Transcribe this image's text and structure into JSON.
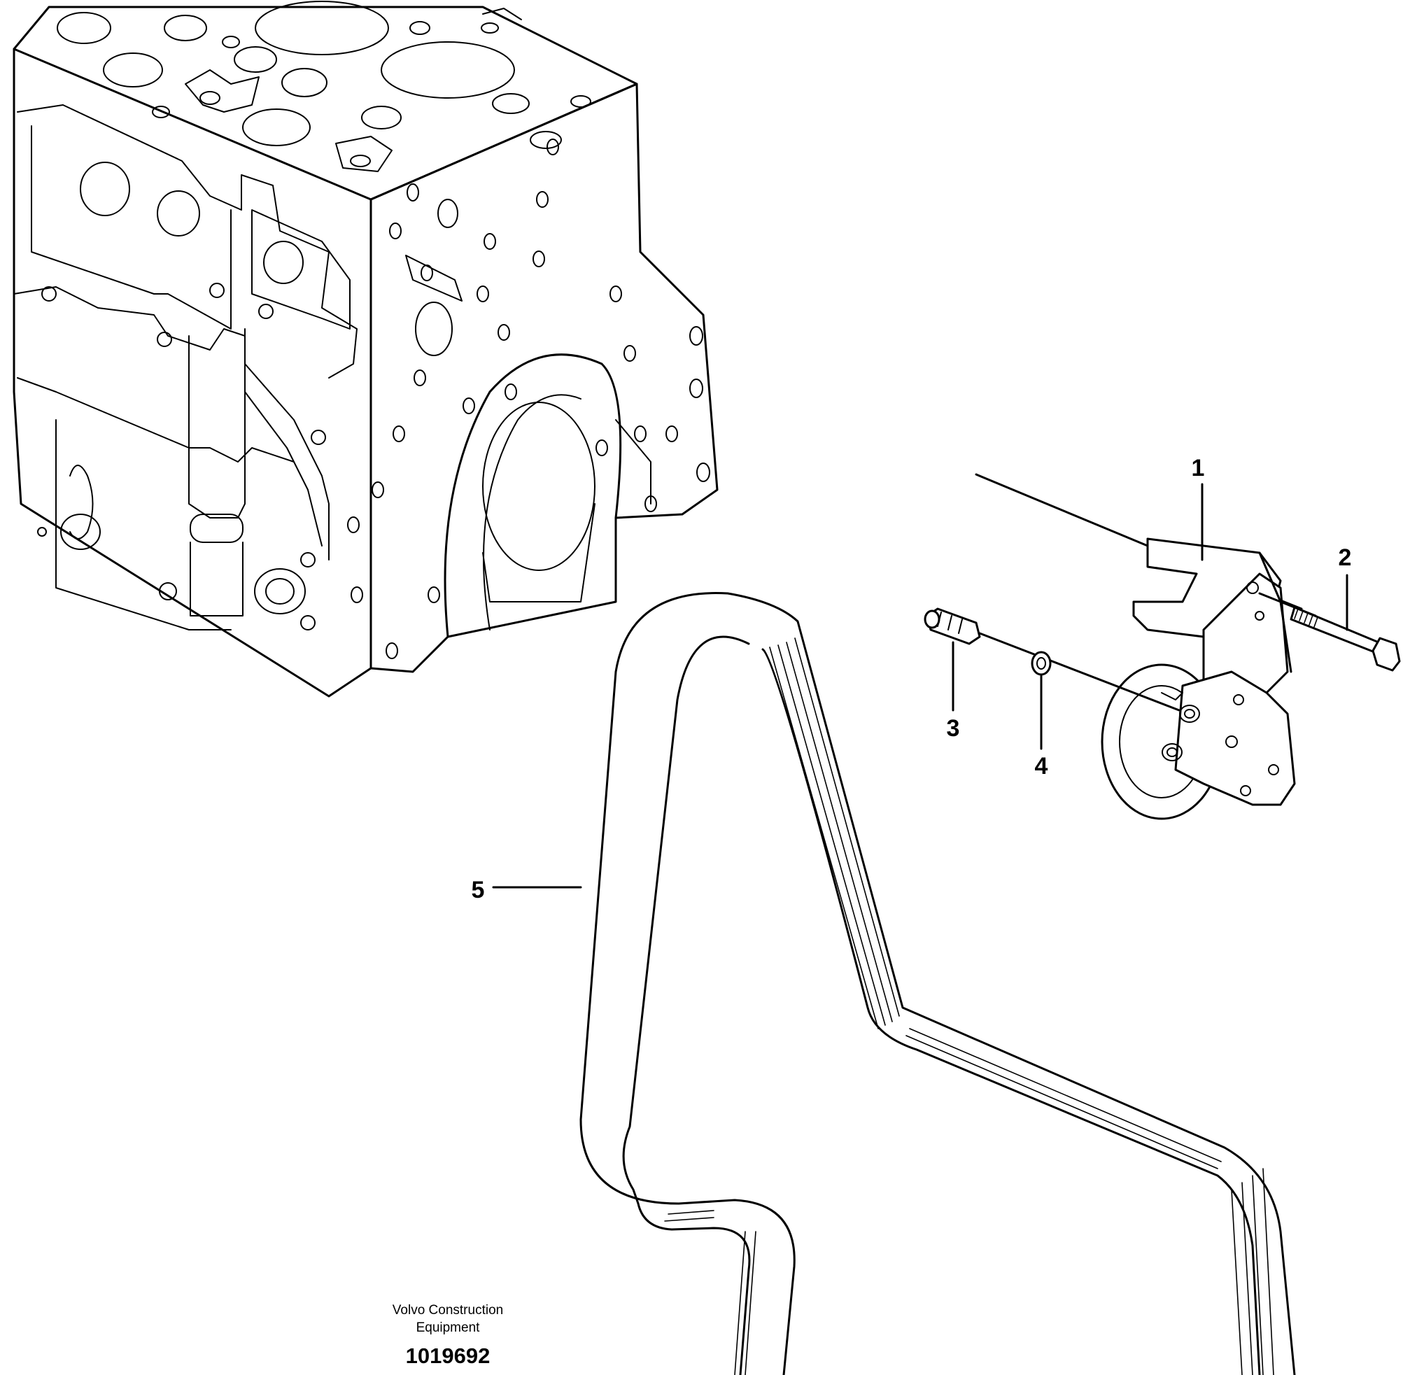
{
  "callouts": [
    {
      "id": "1",
      "label": "1"
    },
    {
      "id": "2",
      "label": "2"
    },
    {
      "id": "3",
      "label": "3"
    },
    {
      "id": "4",
      "label": "4"
    },
    {
      "id": "5",
      "label": "5"
    }
  ],
  "caption": {
    "company_line1": "Volvo Construction",
    "company_line2": "Equipment",
    "drawing_number": "1019692"
  }
}
